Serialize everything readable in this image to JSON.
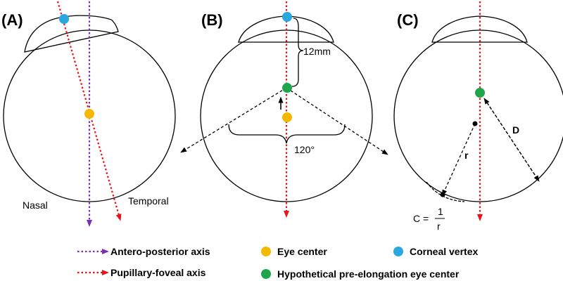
{
  "panels": {
    "a": {
      "label": "(A)",
      "nasal": "Nasal",
      "temporal": "Temporal"
    },
    "b": {
      "label": "(B)",
      "distance": "12mm",
      "angle": "120°"
    },
    "c": {
      "label": "(C)",
      "radius": "r",
      "distance": "D",
      "curvature_lhs": "C =",
      "curvature_num": "1",
      "curvature_den": "r"
    }
  },
  "legend": {
    "antero_posterior": "Antero-posterior axis",
    "pupillary_foveal": "Pupillary-foveal axis",
    "eye_center": "Eye center",
    "hypothetical_center": "Hypothetical pre-elongation eye center",
    "corneal_vertex": "Corneal vertex"
  },
  "colors": {
    "red_axis": "#e8141b",
    "purple_axis": "#7a2fb8",
    "eye_center": "#f5b800",
    "corneal_vertex": "#29a8e0",
    "hypothetical_center": "#1fa64a"
  }
}
